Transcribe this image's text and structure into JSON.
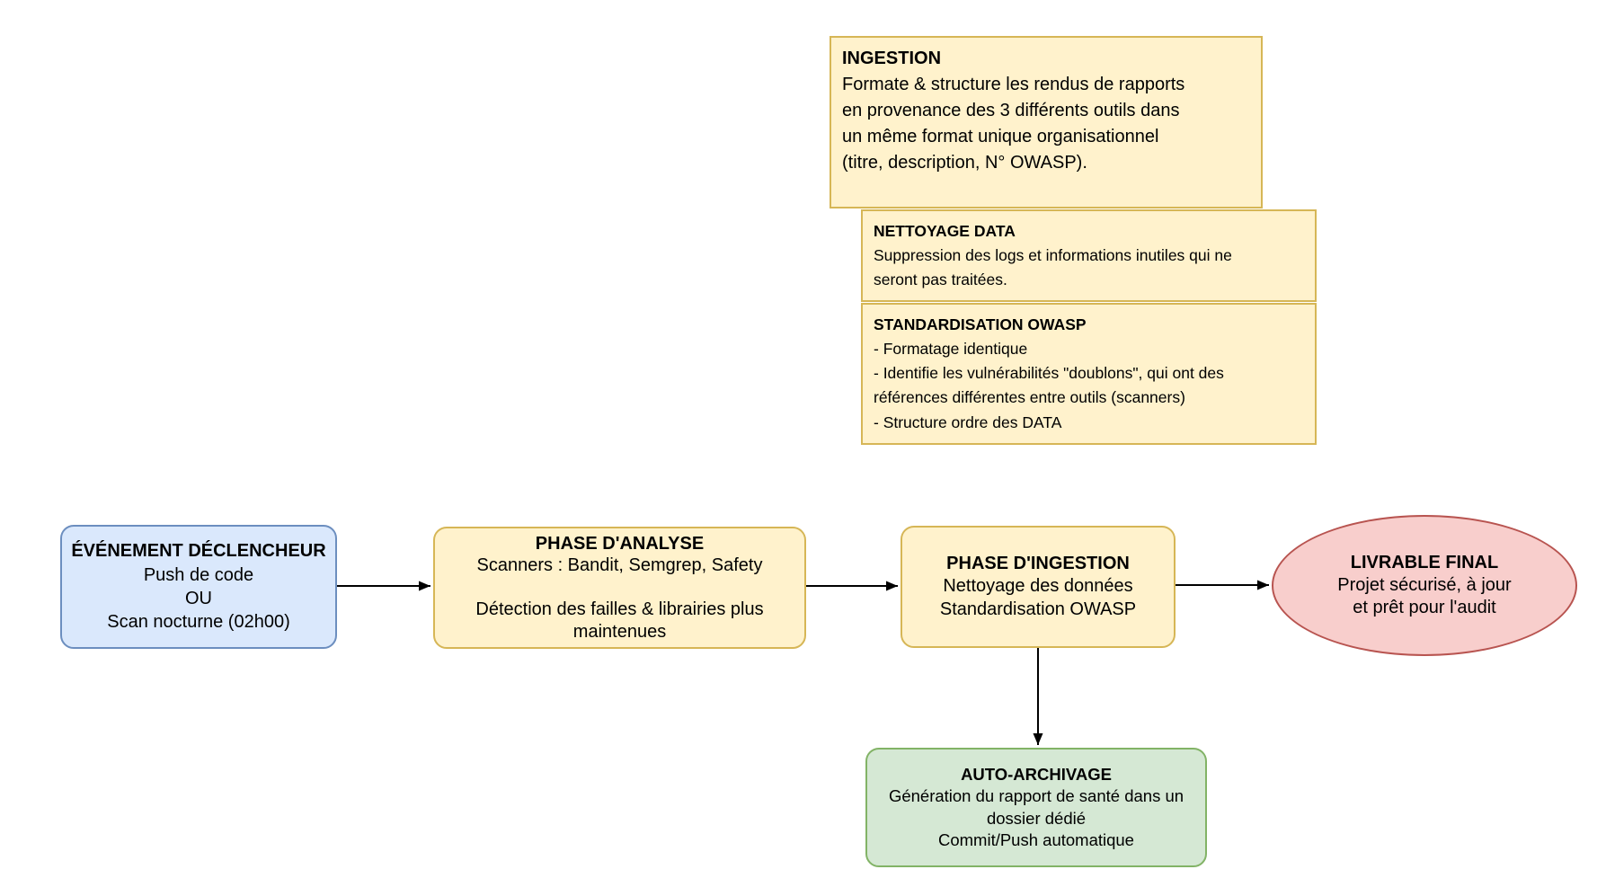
{
  "colors": {
    "note_fill": "#FFF2CC",
    "note_border": "#D6B656",
    "trigger_fill": "#DAE8FC",
    "trigger_border": "#6C8EBF",
    "phase_fill": "#FFF2CC",
    "phase_border": "#D6B656",
    "final_fill": "#F8CECC",
    "final_border": "#B85450",
    "archive_fill": "#D5E8D4",
    "archive_border": "#82B366",
    "arrow": "#000000"
  },
  "notes": {
    "ingestion": {
      "title": "INGESTION",
      "body": "Formate & structure les rendus de rapports\nen provenance des 3 différents outils dans\nun même format unique organisationnel\n(titre, description, N° OWASP)."
    },
    "nettoyage": {
      "title": "NETTOYAGE DATA",
      "body": "Suppression des logs et informations inutiles qui ne\nseront pas traitées."
    },
    "standardisation": {
      "title": "STANDARDISATION OWASP",
      "body": "- Formatage identique\n- Identifie les vulnérabilités \"doublons\", qui ont des\nréférences différentes entre outils (scanners)\n- Structure ordre des DATA"
    }
  },
  "flow": {
    "trigger": {
      "title": "ÉVÉNEMENT DÉCLENCHEUR",
      "body": "Push de code\nOU\nScan nocturne (02h00)"
    },
    "analysis": {
      "title": "PHASE D'ANALYSE",
      "body": "Scanners : Bandit, Semgrep, Safety\n\nDétection des failles & librairies plus\nmaintenues"
    },
    "ingestion_phase": {
      "title": "PHASE D'INGESTION",
      "body": "Nettoyage des données\nStandardisation OWASP"
    },
    "final": {
      "title": "LIVRABLE FINAL",
      "body": "Projet sécurisé, à jour\net prêt pour l'audit"
    },
    "archive": {
      "title": "AUTO-ARCHIVAGE",
      "body": "Génération du rapport de santé dans un\ndossier dédié\nCommit/Push automatique"
    }
  }
}
